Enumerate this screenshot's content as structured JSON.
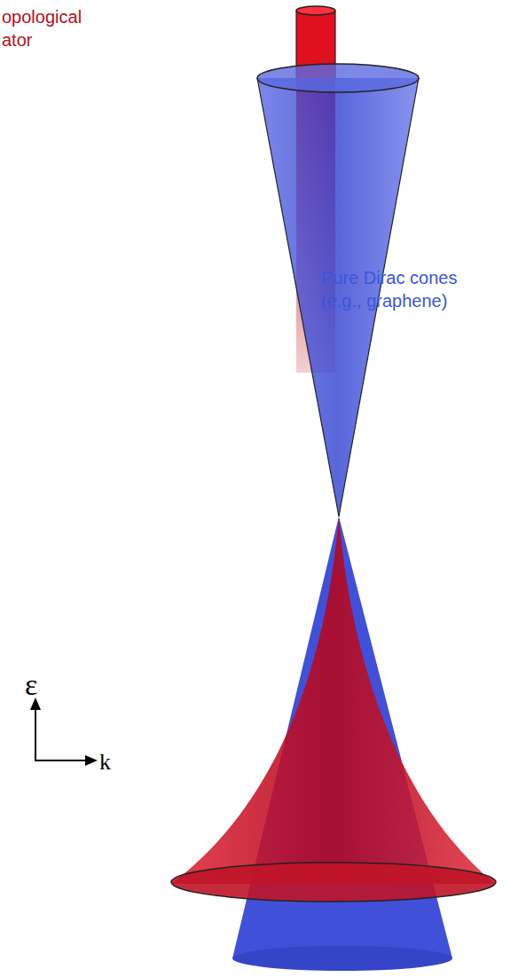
{
  "diagram": {
    "labels": [
      "opological",
      "ator",
      "Pure Dirac cones (e.g., graphene)",
      "ε",
      "k"
    ]
  }
}
